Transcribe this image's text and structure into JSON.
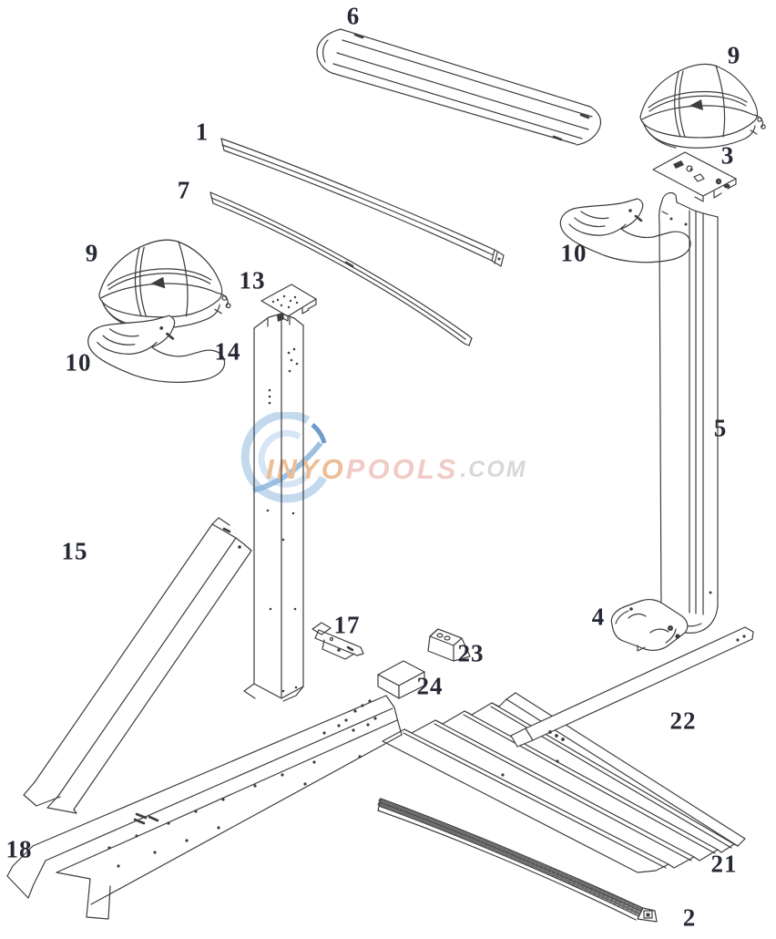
{
  "watermark": {
    "inyo": "INYO",
    "pools": "POOLS",
    "dotcom": ".COM"
  },
  "colors": {
    "line": "#3d3d3d",
    "label": "#262935",
    "watermark_inyo": "#ecbe95",
    "watermark_pools": "#f1cbc6",
    "watermark_com": "#d7d7d7",
    "swirl_blue": "#b4cfe9",
    "swirl_blue_dark": "#5e90c6",
    "background": "#ffffff"
  },
  "parts": [
    {
      "label": "6"
    },
    {
      "label": "9"
    },
    {
      "label": "1"
    },
    {
      "label": "3"
    },
    {
      "label": "7"
    },
    {
      "label": "10"
    },
    {
      "label": "9"
    },
    {
      "label": "13"
    },
    {
      "label": "14"
    },
    {
      "label": "10"
    },
    {
      "label": "5"
    },
    {
      "label": "15"
    },
    {
      "label": "17"
    },
    {
      "label": "23"
    },
    {
      "label": "4"
    },
    {
      "label": "24"
    },
    {
      "label": "22"
    },
    {
      "label": "18"
    },
    {
      "label": "21"
    },
    {
      "label": "2"
    }
  ]
}
